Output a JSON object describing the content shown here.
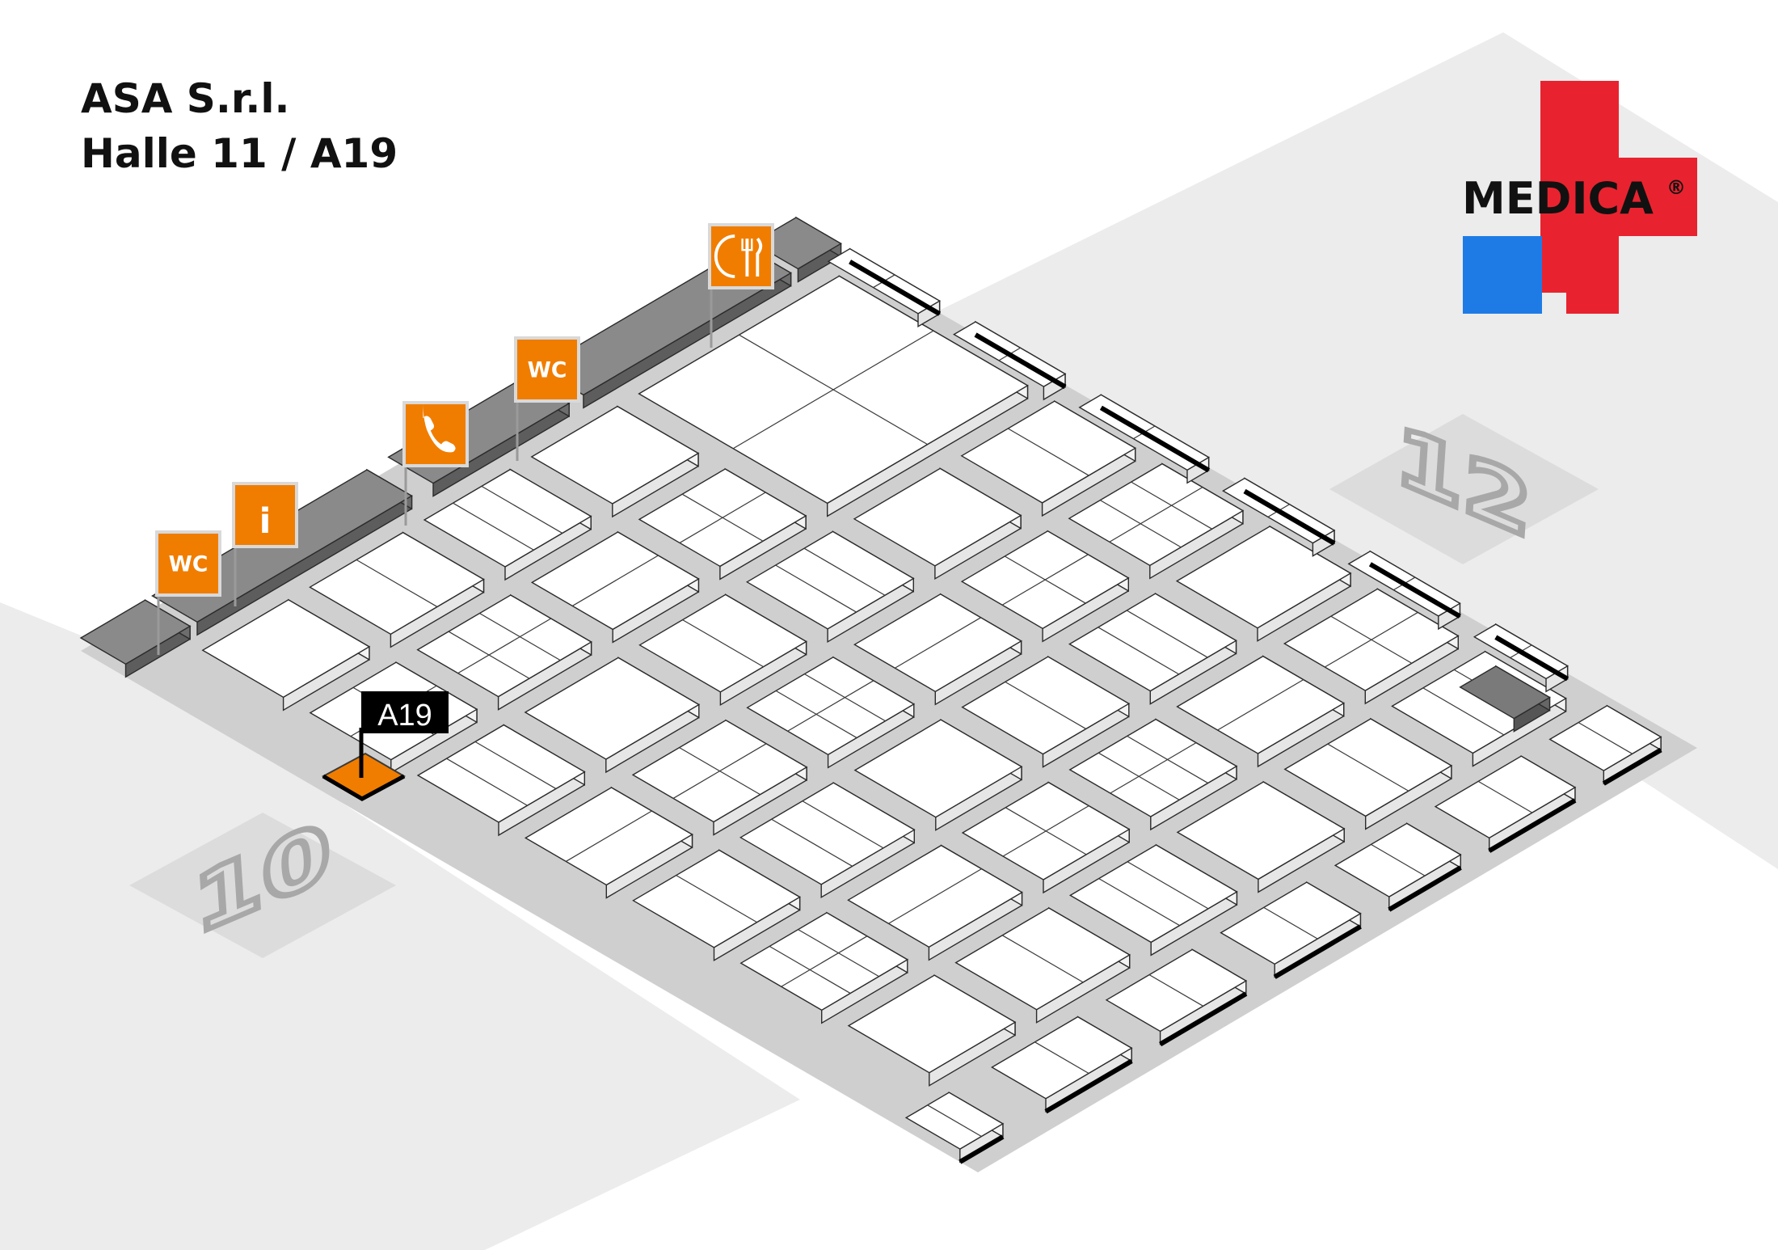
{
  "header": {
    "exhibitor": "ASA S.r.l.",
    "location": "Halle 11 / A19"
  },
  "logo": {
    "text": "MEDICA",
    "registered_mark": "®",
    "cross_color": "#e8232f",
    "square_color": "#1e7be6"
  },
  "halls": {
    "left_neighbor": "10",
    "right_neighbor": "12"
  },
  "highlight": {
    "stand": "A19",
    "color": "#f07d00"
  },
  "facilities": [
    {
      "type": "wc",
      "label": "WC",
      "icon": "wc-icon"
    },
    {
      "type": "info",
      "label": "i",
      "icon": "info-icon"
    },
    {
      "type": "telephone",
      "label": "",
      "icon": "telephone-icon"
    },
    {
      "type": "wc",
      "label": "WC",
      "icon": "wc-icon"
    },
    {
      "type": "restaurant",
      "label": "",
      "icon": "restaurant-icon"
    }
  ],
  "colors": {
    "facility": "#f07d00",
    "floor": "#cfcfcf",
    "service_block": "#8a8a8a",
    "stand": "#ffffff"
  }
}
